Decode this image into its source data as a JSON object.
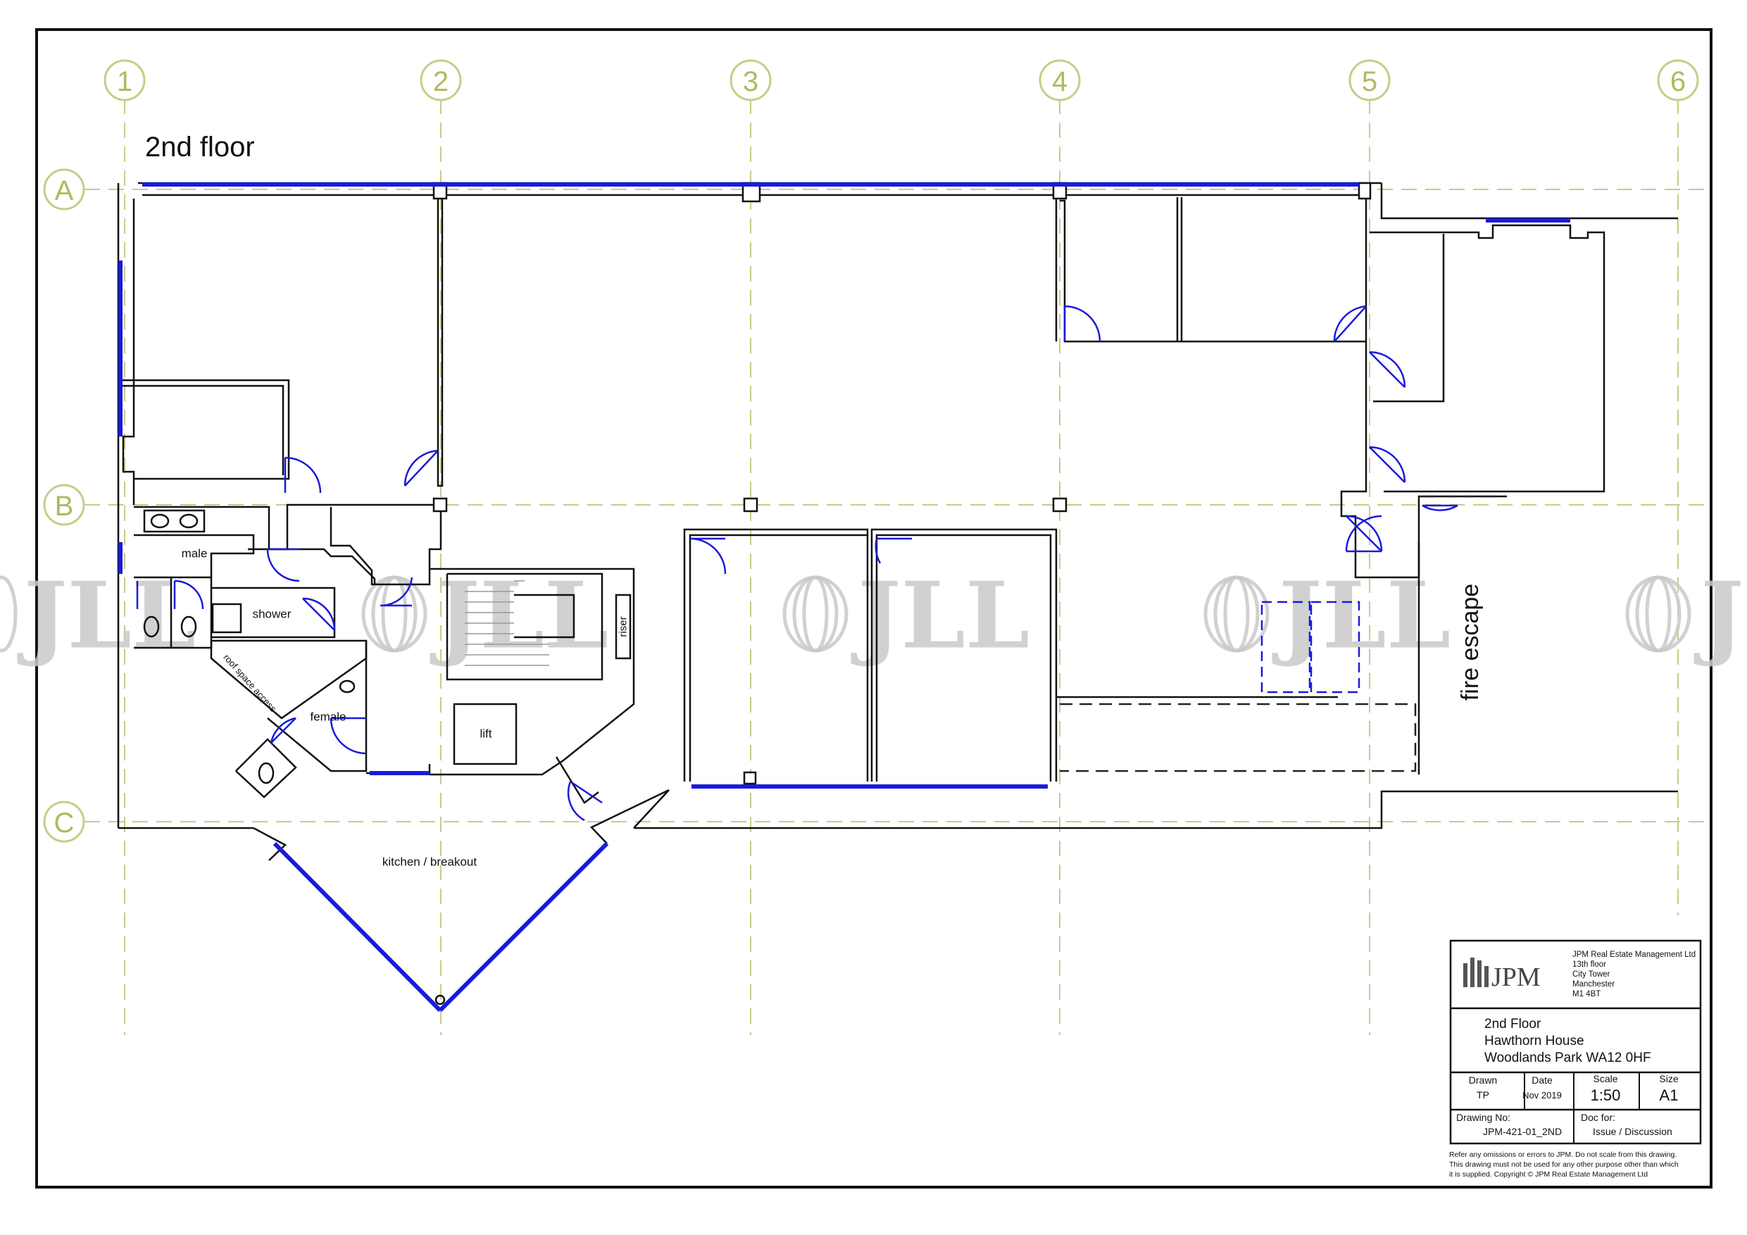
{
  "drawing": {
    "title": "2nd floor",
    "grid_columns": [
      "1",
      "2",
      "3",
      "4",
      "5",
      "6"
    ],
    "grid_rows": [
      "A",
      "B",
      "C"
    ],
    "rooms": {
      "male": "male",
      "shower": "shower",
      "roof_space_access": "roof space access",
      "female": "female",
      "riser": "riser",
      "lift": "lift",
      "kitchen": "kitchen / breakout",
      "fire_escape": "fire escape"
    },
    "watermark": "JLL",
    "colors": {
      "grid": "#c8cc86",
      "glazing": "#1a1adb",
      "walls": "#111111",
      "watermark": "#c9c9c9"
    }
  },
  "title_block": {
    "logo_text": "JPM",
    "company_lines": [
      "JPM Real Estate Management Ltd",
      "13th floor",
      "City Tower",
      "Manchester",
      "M1 4BT"
    ],
    "project_lines": [
      "2nd Floor",
      "Hawthorn House",
      "Woodlands Park WA12 0HF"
    ],
    "drawn_label": "Drawn",
    "drawn_value": "TP",
    "date_label": "Date",
    "date_value": "Nov 2019",
    "scale_label": "Scale",
    "scale_value": "1:50",
    "size_label": "Size",
    "size_value": "A1",
    "drawing_no_label": "Drawing No:",
    "drawing_no_value": "JPM-421-01_2ND",
    "doc_for_label": "Doc for:",
    "doc_for_value": "Issue / Discussion",
    "disclaimer_lines": [
      "Refer any omissions or errors to JPM. Do not scale from this drawing.",
      "This drawing must not be used for any other purpose other than which",
      "it is supplied. Copyright © JPM Real Estate Management Ltd"
    ]
  }
}
